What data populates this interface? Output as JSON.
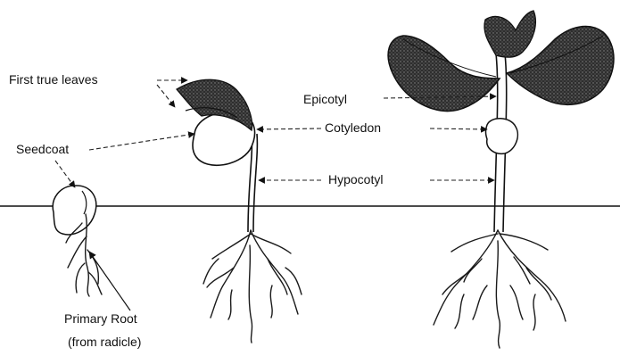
{
  "labels": {
    "first_true_leaves": "First true leaves",
    "seedcoat": "Seedcoat",
    "primary_root": "Primary Root",
    "from_radicle": "(from radicle)",
    "epicotyl": "Epicotyl",
    "cotyledon": "Cotyledon",
    "hypocotyl": "Hypocotyl"
  }
}
